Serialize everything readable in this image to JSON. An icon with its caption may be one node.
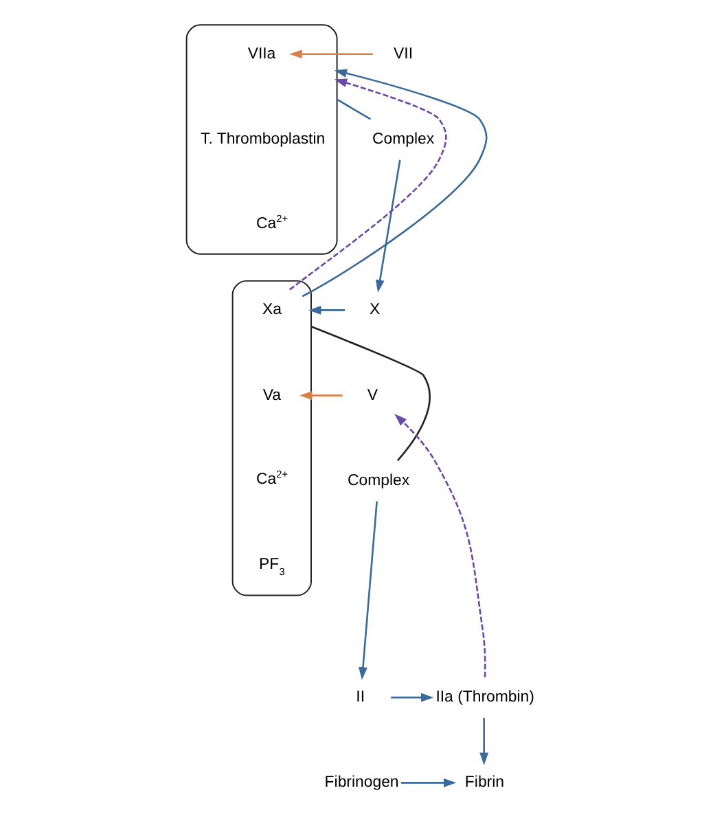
{
  "diagram": {
    "nodes": [
      {
        "text": [
          "Complex"
        ]
      },
      {
        "text": [],
        "shape": "bracket"
      },
      {
        "text": [
          "VIIa"
        ],
        "in": 1
      },
      {
        "text": [
          "T. Thromboplastin"
        ],
        "in": 1
      },
      {
        "text": [
          "Ca$^{2+}$"
        ],
        "in": 1
      },
      {
        "text": [
          "VII"
        ]
      },
      {
        "text": [
          "X"
        ]
      },
      {
        "text": [],
        "shape": "bracket"
      },
      {
        "text": [
          "Xa"
        ],
        "in": 7
      },
      {
        "text": [
          "Va"
        ],
        "in": 7
      },
      {
        "text": [
          "Ca$^{2+}$"
        ],
        "in": 7
      },
      {
        "text": [
          "PF$_{3}$"
        ],
        "in": 7
      },
      {
        "text": [
          "V"
        ]
      },
      {
        "text": [
          "Complex"
        ]
      },
      {
        "text": [
          "II"
        ]
      },
      {
        "text": [
          "IIa (Thrombin)"
        ]
      },
      {
        "text": [
          "Fibrinogen"
        ]
      },
      {
        "text": [
          "Fibrin"
        ]
      }
    ],
    "edges": [
      {
        "from": 0,
        "to": 1,
        "arrow": "none"
      },
      {
        "from": 5,
        "to": 2,
        "arrow": "to",
        "color": "#d9804a"
      },
      {
        "from": 0,
        "to": 6,
        "arrow": "to"
      },
      {
        "from": 6,
        "to": 7,
        "arrow": "to"
      },
      {
        "from": 13,
        "to": 7,
        "arrow": "none",
        "color": "#222222"
      },
      {
        "from": 8,
        "to": 1,
        "arrow": "to",
        "style": "dashed",
        "color": "#6a4aa8"
      },
      {
        "from": 8,
        "to": 1,
        "arrow": "to"
      },
      {
        "from": 12,
        "to": 9,
        "arrow": "to",
        "color": "#d9804a"
      },
      {
        "from": 13,
        "to": 14,
        "arrow": "to"
      },
      {
        "from": 14,
        "to": 15,
        "arrow": "to"
      },
      {
        "from": 15,
        "to": 12,
        "arrow": "to",
        "style": "dashed",
        "color": "#6a4aa8"
      },
      {
        "from": 15,
        "to": 17,
        "arrow": "to"
      },
      {
        "from": 16,
        "to": 17,
        "arrow": "to"
      }
    ]
  }
}
